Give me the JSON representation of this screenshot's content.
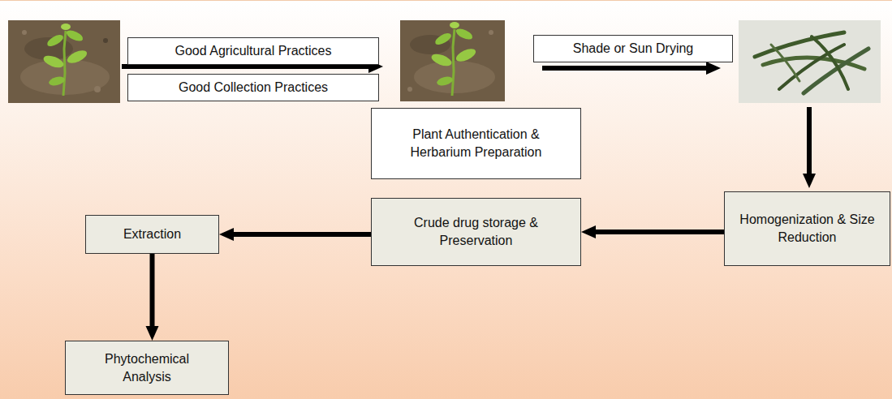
{
  "diagram": {
    "nodes": [
      {
        "text": [
          "Good Agricultural Practices"
        ]
      },
      {
        "text": [
          "Good Collection Practices"
        ]
      },
      {
        "text": [
          "Shade or Sun Drying"
        ]
      },
      {
        "text": [
          "Plant Authentication & Herbarium Preparation"
        ]
      },
      {
        "text": [
          "Homogenization & Size Reduction"
        ]
      },
      {
        "text": [
          "Crude drug storage & Preservation"
        ]
      },
      {
        "text": [
          "Extraction"
        ]
      },
      {
        "text": [
          "Phytochemical Analysis"
        ]
      }
    ],
    "edges": [
      {
        "from": 4,
        "to": 5,
        "arrow": "to"
      },
      {
        "from": 5,
        "to": 6,
        "arrow": "to"
      },
      {
        "from": 6,
        "to": 7,
        "arrow": "to"
      }
    ]
  }
}
